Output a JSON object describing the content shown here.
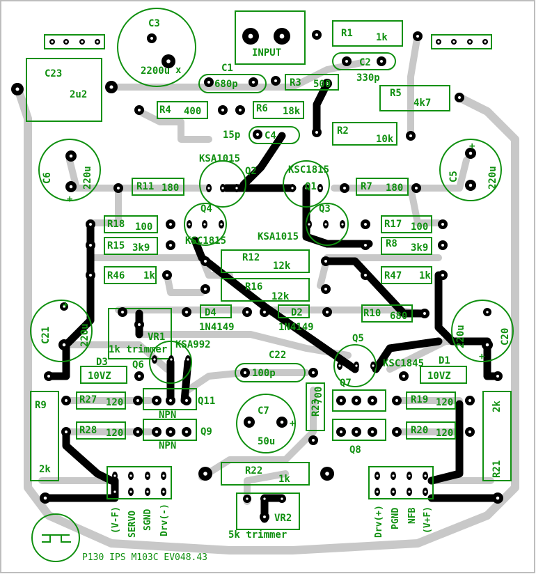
{
  "colors": {
    "silk": "#109010",
    "trace": "#c8c8c8",
    "copper": "#000000",
    "board": "#ffffff"
  },
  "components": {
    "c3": {
      "ref": "C3",
      "value": "2200u"
    },
    "input": {
      "label": "INPUT"
    },
    "r1": {
      "ref": "R1",
      "value": "1k"
    },
    "c2": {
      "ref": "C2",
      "value": "330p"
    },
    "c23": {
      "ref": "C23",
      "value": "2u2"
    },
    "c1": {
      "ref": "C1",
      "value": "680p"
    },
    "r3": {
      "ref": "R3",
      "value": "500"
    },
    "r5": {
      "ref": "R5",
      "value": "4k7"
    },
    "r4": {
      "ref": "R4",
      "value": "400"
    },
    "r6": {
      "ref": "R6",
      "value": "18k"
    },
    "c4": {
      "ref": "C4",
      "value": "15p"
    },
    "r2": {
      "ref": "R2",
      "value": "10k"
    },
    "c6": {
      "ref": "C6",
      "value": "220u"
    },
    "c5": {
      "ref": "C5",
      "value": "220u"
    },
    "q2": {
      "ref": "Q2",
      "part": "KSA1015"
    },
    "q1": {
      "ref": "Q1",
      "part": "KSC1815"
    },
    "r11": {
      "ref": "R11",
      "value": "180"
    },
    "r7": {
      "ref": "R7",
      "value": "180"
    },
    "q4": {
      "ref": "Q4",
      "part": "KSC1815"
    },
    "q3": {
      "ref": "Q3",
      "part": "KSA1015"
    },
    "r18": {
      "ref": "R18",
      "value": "100"
    },
    "r17": {
      "ref": "R17",
      "value": "100"
    },
    "r15": {
      "ref": "R15",
      "value": "3k9"
    },
    "r8": {
      "ref": "R8",
      "value": "3k9"
    },
    "r12": {
      "ref": "R12",
      "value": "12k"
    },
    "r46": {
      "ref": "R46",
      "value": "1k"
    },
    "r47": {
      "ref": "R47",
      "value": "1k"
    },
    "r16": {
      "ref": "R16",
      "value": "12k"
    },
    "d4": {
      "ref": "D4",
      "part": "1N4149"
    },
    "d2": {
      "ref": "D2",
      "part": "1N4149"
    },
    "r10": {
      "ref": "R10",
      "value": "680"
    },
    "c21": {
      "ref": "C21",
      "value": "220u"
    },
    "c20": {
      "ref": "C20",
      "value": "220u"
    },
    "vr1": {
      "ref": "VR1",
      "value": "1k trimmer"
    },
    "q5": {
      "ref": "Q5",
      "part": "KSC1845"
    },
    "q6": {
      "ref": "Q6",
      "part": "KSA992"
    },
    "d1": {
      "ref": "D1",
      "part": "10VZ"
    },
    "d3": {
      "ref": "D3",
      "part": "10VZ"
    },
    "c22": {
      "ref": "C22",
      "value": "100p"
    },
    "r9": {
      "ref": "R9",
      "value": "2k"
    },
    "r27": {
      "ref": "R27",
      "value": "120"
    },
    "q11": {
      "ref": "Q11",
      "part": "NPN"
    },
    "c7": {
      "ref": "C7",
      "value": "50u"
    },
    "r23": {
      "ref": "R23",
      "value": "700"
    },
    "q7": {
      "ref": "Q7"
    },
    "r19": {
      "ref": "R19",
      "value": "120"
    },
    "r21": {
      "ref": "R21",
      "value": "2k"
    },
    "r28": {
      "ref": "R28",
      "value": "120"
    },
    "q9": {
      "ref": "Q9",
      "part": "NPN"
    },
    "q8": {
      "ref": "Q8"
    },
    "r20": {
      "ref": "R20",
      "value": "120"
    },
    "r22": {
      "ref": "R22",
      "value": "1k"
    },
    "vr2": {
      "ref": "VR2",
      "value": "5k trimmer"
    }
  },
  "connectors": {
    "left": [
      "(V-F)",
      "SERVO",
      "SGND",
      "Drv(-)"
    ],
    "right": [
      "Drv(+)",
      "PGND",
      "NFB",
      "(V+F)"
    ]
  },
  "board_title": "P130 IPS M103C EV048.43",
  "polarity": {
    "plus": "+",
    "cross": "x"
  }
}
